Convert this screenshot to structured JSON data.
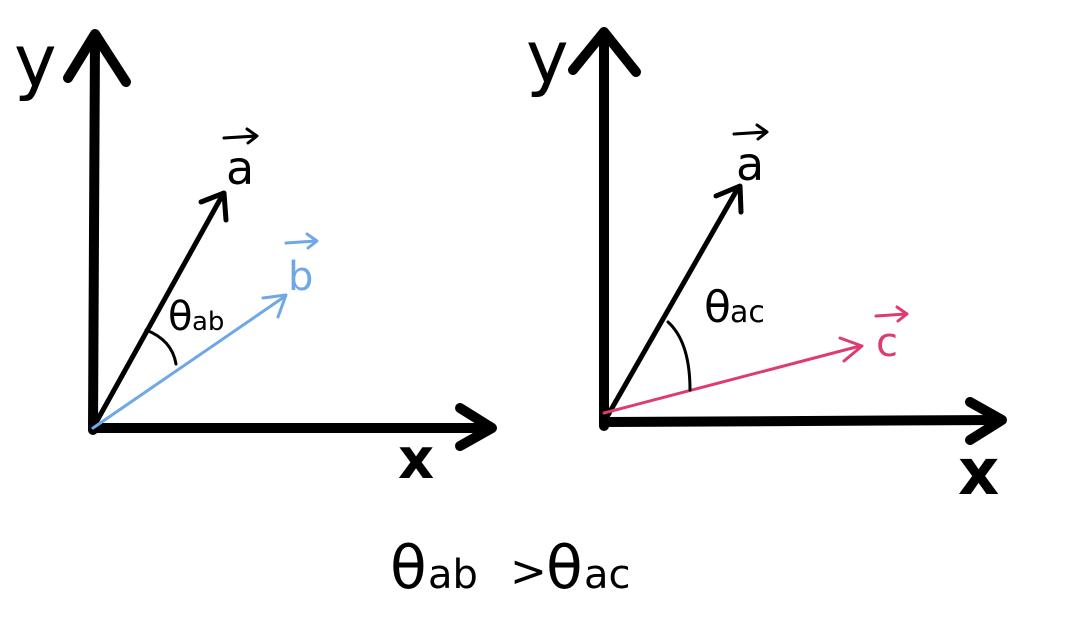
{
  "colors": {
    "ink": "#000000",
    "vector_b": "#6fa8e6",
    "vector_c": "#de3a73",
    "background": "#ffffff"
  },
  "left_diagram": {
    "y_axis_label": "y",
    "x_axis_label": "x",
    "vector_a_label": "a",
    "vector_b_label": "b",
    "angle_symbol": "θ",
    "angle_subscript": "ab"
  },
  "right_diagram": {
    "y_axis_label": "y",
    "x_axis_label": "x",
    "vector_a_label": "a",
    "vector_c_label": "c",
    "angle_symbol": "θ",
    "angle_subscript": "ac"
  },
  "caption": {
    "left_symbol": "θ",
    "left_subscript": "ab",
    "operator": ">",
    "right_symbol": "θ",
    "right_subscript": "ac"
  }
}
